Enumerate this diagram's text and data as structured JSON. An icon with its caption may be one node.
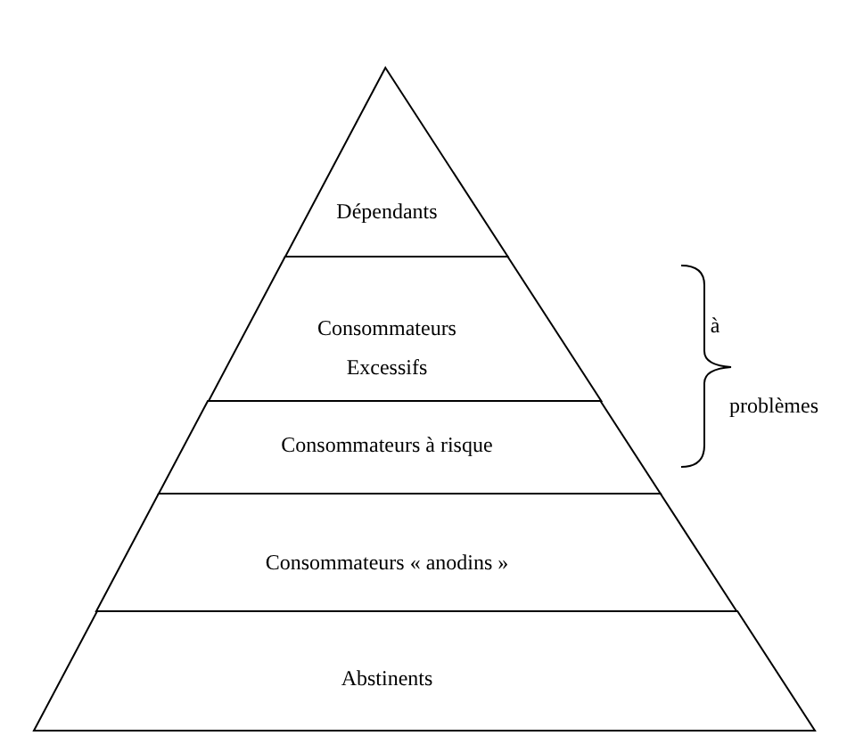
{
  "diagram": {
    "nodes": [
      {
        "text": [
          "Dépendants"
        ]
      },
      {
        "text": [
          "Consommateurs Excessifs"
        ]
      },
      {
        "text": [
          "Consommateurs à risque"
        ]
      },
      {
        "text": [
          "Consommateurs « anodins »"
        ]
      },
      {
        "text": [
          "Abstinents"
        ]
      }
    ],
    "labels": [
      "à",
      "problèmes"
    ]
  }
}
